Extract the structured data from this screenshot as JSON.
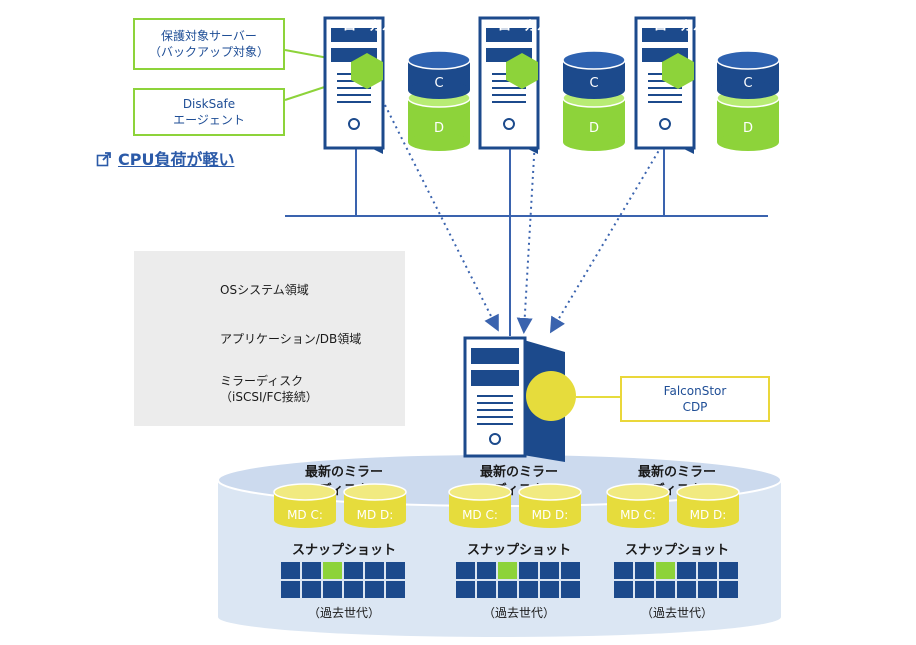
{
  "servers": {
    "label": "ローカルディスク",
    "disk_c": "C",
    "disk_d": "D"
  },
  "callouts": {
    "protected_server": [
      "保護対象サーバー",
      "（バックアップ対象）"
    ],
    "agent": [
      "DiskSafe",
      "エージェント"
    ]
  },
  "cpu_link": "CPU負荷が軽い",
  "legend": {
    "items": [
      {
        "icon": "C",
        "label": [
          "OSシステム領域"
        ]
      },
      {
        "icon": "D",
        "label": [
          "アプリケーション/DB領域"
        ]
      },
      {
        "icon": "MD",
        "label": [
          "ミラーディスク",
          "（iSCSI/FC接続）"
        ]
      }
    ]
  },
  "falconstor": [
    "FalconStor",
    "CDP"
  ],
  "storage": {
    "groups": [
      {
        "mirror_title": [
          "最新のミラー",
          "ディスク"
        ],
        "disks": [
          "MD C:",
          "MD D:"
        ],
        "snapshot_title": "スナップショット",
        "snapshot_caption": "（過去世代）"
      },
      {
        "mirror_title": [
          "最新のミラー",
          "ディスク"
        ],
        "disks": [
          "MD C:",
          "MD D:"
        ],
        "snapshot_title": "スナップショット",
        "snapshot_caption": "（過去世代）"
      },
      {
        "mirror_title": [
          "最新のミラー",
          "ディスク"
        ],
        "disks": [
          "MD C:",
          "MD D:"
        ],
        "snapshot_title": "スナップショット",
        "snapshot_caption": "（過去世代）"
      }
    ]
  },
  "colors": {
    "navy": "#1c4a8c",
    "green": "#8dd33a",
    "yellow": "#e6dc3c",
    "snapshot_active": "#8dd33a",
    "platter": "#dbe6f3"
  }
}
